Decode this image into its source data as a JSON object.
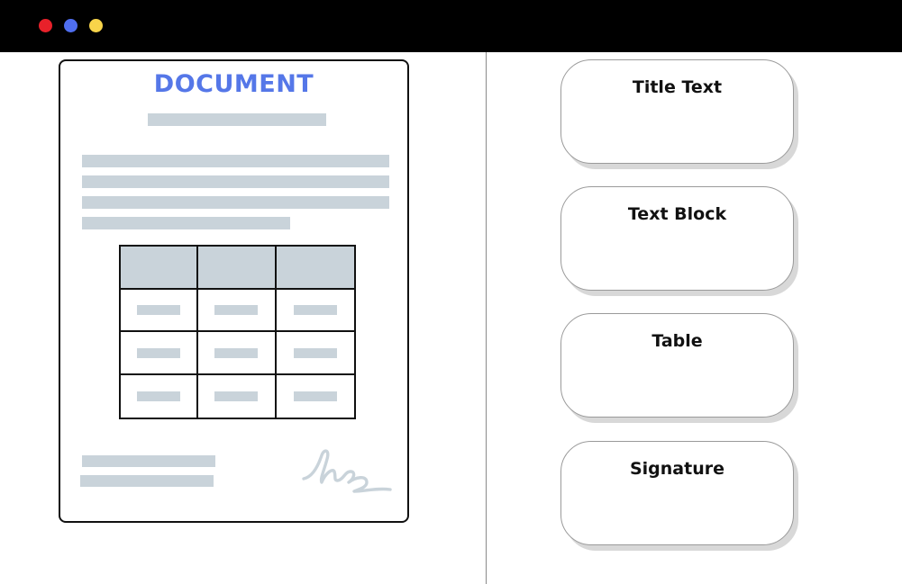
{
  "window": {
    "controls": {
      "close_color": "#e8212a",
      "minimize_color": "#4f6ef0",
      "maximize_color": "#f8d44a"
    }
  },
  "document": {
    "title": "DOCUMENT",
    "title_color": "#5577e8",
    "placeholder_color": "#c9d3da",
    "table": {
      "columns": 3,
      "header_rows": 1,
      "body_rows": 3
    },
    "signature_icon": "signature-scribble-icon"
  },
  "cards": [
    {
      "label": "Title Text"
    },
    {
      "label": "Text Block"
    },
    {
      "label": "Table"
    },
    {
      "label": "Signature"
    }
  ]
}
